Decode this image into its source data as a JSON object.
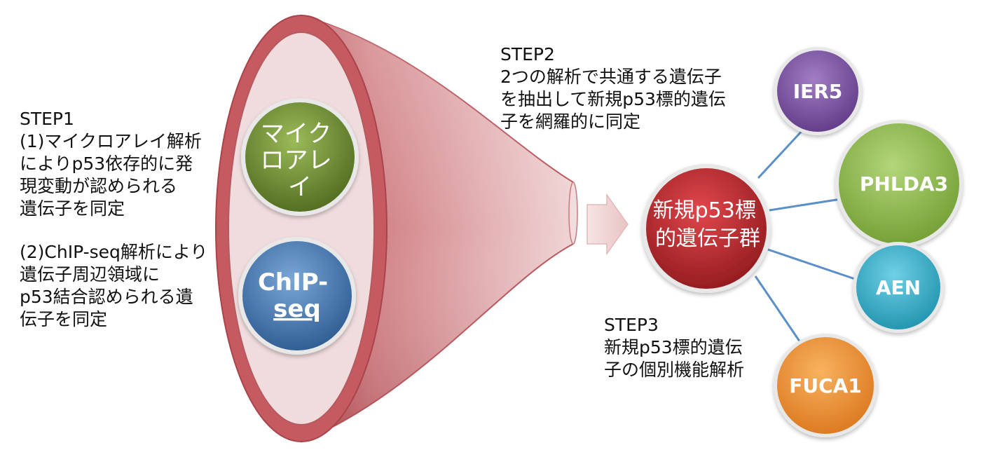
{
  "step1": {
    "title": "STEP1",
    "item1_lines": [
      "(1)マイクロアレイ解析",
      "によりp53依存的に発",
      "現変動が認められる",
      "遺伝子を同定"
    ],
    "item2_lines": [
      "(2)ChIP-seq解析により",
      "遺伝子周辺領域に",
      "p53結合認められる遺",
      "伝子を同定"
    ]
  },
  "step2": {
    "title": "STEP2",
    "lines": [
      "2つの解析で共通する遺伝子",
      "を抽出して新規p53標的遺伝",
      "子を網羅的に同定"
    ]
  },
  "step3": {
    "title": "STEP3",
    "lines": [
      "新規p53標的遺伝",
      "子の個別機能解析"
    ]
  },
  "funnel": {
    "microarray_lines": [
      "マイク",
      "ロアレ",
      "イ"
    ],
    "chipseq_lines": [
      "ChIP-",
      "seq"
    ]
  },
  "center_node": {
    "lines": [
      "新規p53標",
      "的遺伝子群"
    ]
  },
  "genes": [
    "IER5",
    "PHLDA3",
    "AEN",
    "FUCA1"
  ],
  "colors": {
    "funnel": "#d98a8e",
    "microarray": "#76923c",
    "chipseq": "#4f81bd",
    "center": "#c0282d",
    "ier5": "#7e55a4",
    "phlda3": "#8dbb4a",
    "aen": "#2fb0cf",
    "fuca1": "#f0902a",
    "connector": "#5b8fc7"
  }
}
